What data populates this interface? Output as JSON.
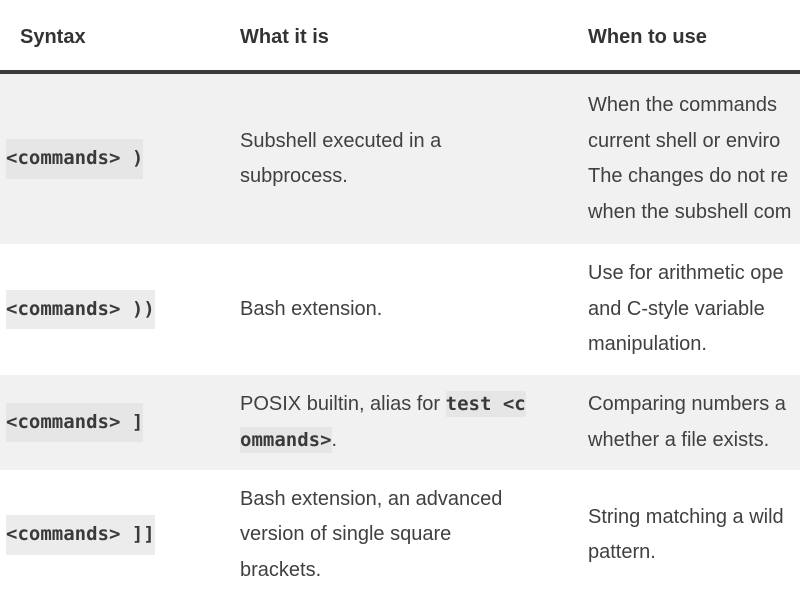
{
  "table": {
    "headers": {
      "syntax": "Syntax",
      "what": "What it is",
      "when": "When to use"
    },
    "rows": [
      {
        "syntax": "<commands> )",
        "what_lines": [
          "Subshell executed in a",
          "subprocess."
        ],
        "when_lines": [
          "When the commands",
          "current shell or enviro",
          "The changes do not re",
          "when the subshell com"
        ]
      },
      {
        "syntax": "<commands> ))",
        "what_lines": [
          "Bash extension."
        ],
        "when_lines": [
          "Use for arithmetic ope",
          "and C-style variable",
          "manipulation."
        ]
      },
      {
        "syntax": "<commands> ]",
        "what_prefix": "POSIX builtin, alias for ",
        "what_code_line1": "test <c",
        "what_code_line2": "ommands>",
        "what_suffix": ".",
        "when_lines": [
          "Comparing numbers a",
          "whether a file exists."
        ]
      },
      {
        "syntax": "<commands> ]]",
        "what_lines": [
          "Bash extension, an advanced",
          "version of single square",
          "brackets."
        ],
        "when_lines": [
          "String matching a wild",
          "pattern."
        ]
      }
    ]
  }
}
